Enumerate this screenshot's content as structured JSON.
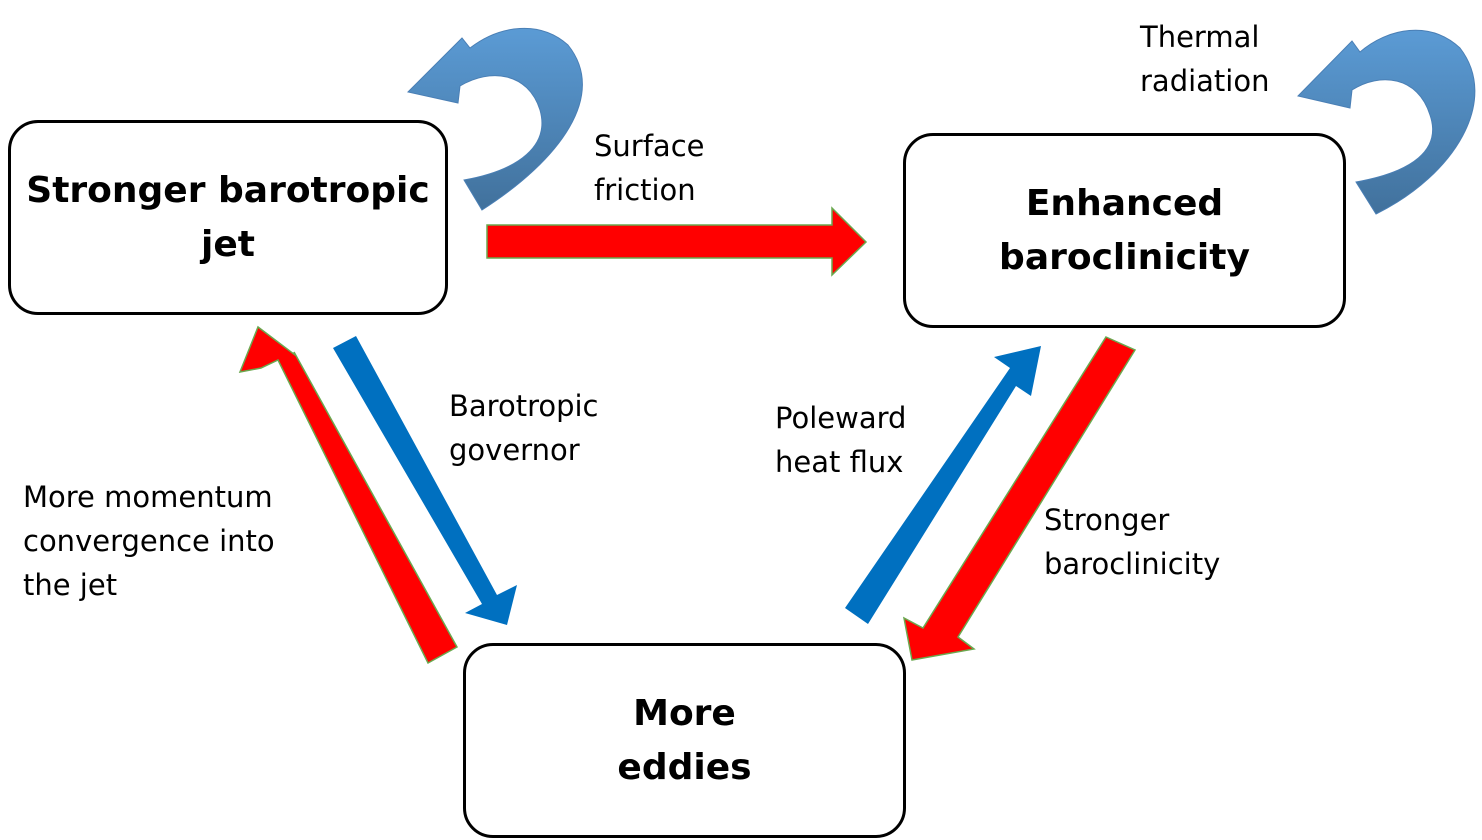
{
  "nodes": {
    "jet": {
      "line1": "Stronger barotropic",
      "line2": "jet"
    },
    "baroclinicity": {
      "line1": "Enhanced",
      "line2": "baroclinicity"
    },
    "eddies": {
      "line1": "More",
      "line2": "eddies"
    }
  },
  "edge_labels": {
    "surface_friction": {
      "line1": "Surface",
      "line2": "friction"
    },
    "thermal_radiation": {
      "line1": "Thermal",
      "line2": "radiation"
    },
    "barotropic_governor": {
      "line1": "Barotropic",
      "line2": "governor"
    },
    "poleward_heat_flux": {
      "line1": "Poleward",
      "line2": "heat flux"
    },
    "stronger_baroclinicity": {
      "line1": "Stronger",
      "line2": "baroclinicity"
    },
    "momentum_convergence": {
      "line1": "More momentum",
      "line2": "convergence into",
      "line3": "the jet"
    }
  },
  "colors": {
    "positive_arrow": "#ff0000",
    "positive_arrow_outline": "#6aa84f",
    "negative_arrow": "#0070c0",
    "curved_arrow_light": "#5b9bd5",
    "curved_arrow_dark": "#41719c",
    "box_border": "#000000"
  }
}
